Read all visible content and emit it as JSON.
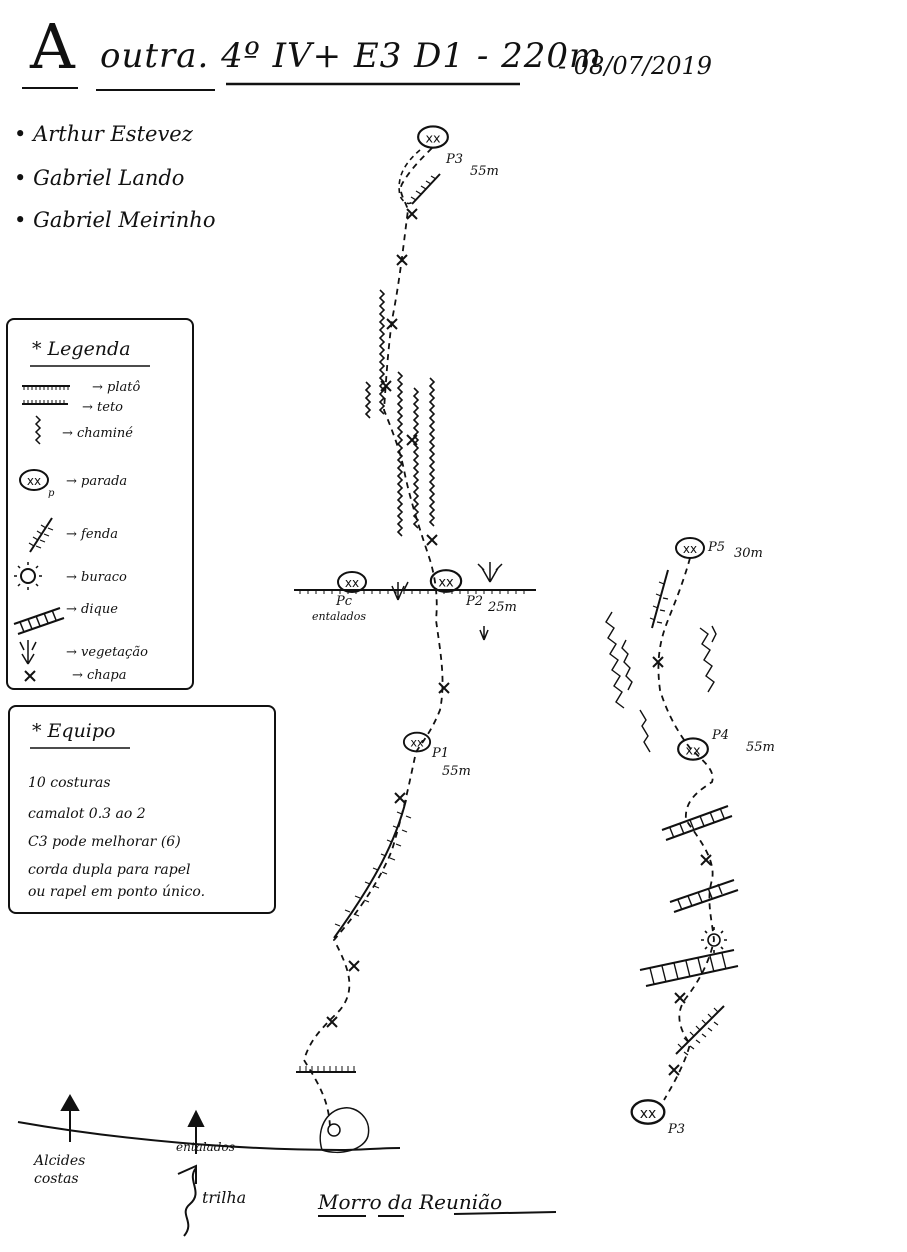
{
  "header": {
    "title_letter": "A",
    "title_rest": "outra. 4º IV+ E3 D1 - 220m",
    "date": "- 08/07/2019"
  },
  "climbers": [
    "Arthur Estevez",
    "Gabriel Lando",
    "Gabriel Meirinho"
  ],
  "legend": {
    "title": "* Legenda",
    "items": [
      {
        "icon": "roof-small-icon",
        "label": "platô"
      },
      {
        "icon": "roof-icon",
        "label": "teto"
      },
      {
        "icon": "chimney-icon",
        "label": "chaminé"
      },
      {
        "icon": "belay-station-icon",
        "label": "parada"
      },
      {
        "icon": "crack-icon",
        "label": "fenda"
      },
      {
        "icon": "hole-icon",
        "label": "buraco"
      },
      {
        "icon": "dike-icon",
        "label": "dique"
      },
      {
        "icon": "vegetation-icon",
        "label": "vegetação"
      },
      {
        "icon": "bolt-icon",
        "label": "chapa"
      }
    ]
  },
  "equipment": {
    "title": "* Equipo",
    "lines": [
      "10 costuras",
      "camalot 0.3 ao 2",
      "C3 pode melhorar (6)",
      "corda dupla para rapel",
      "ou rapel em ponto único."
    ]
  },
  "topo_labels": {
    "p3_top": "P3",
    "p3_len": "55m",
    "pc": "Pc",
    "pc_note": "entalados",
    "p2": "P2",
    "p2_len": "25m",
    "p1": "P1",
    "p1_len": "55m",
    "p5": "P5",
    "p5_len": "30m",
    "p4": "P4",
    "p4_len": "55m",
    "p3_bottom": "P3",
    "base_left": "Alcides costas",
    "base_center": "entalados",
    "trail": "trilha",
    "mountain": "Morro da Reunião"
  }
}
